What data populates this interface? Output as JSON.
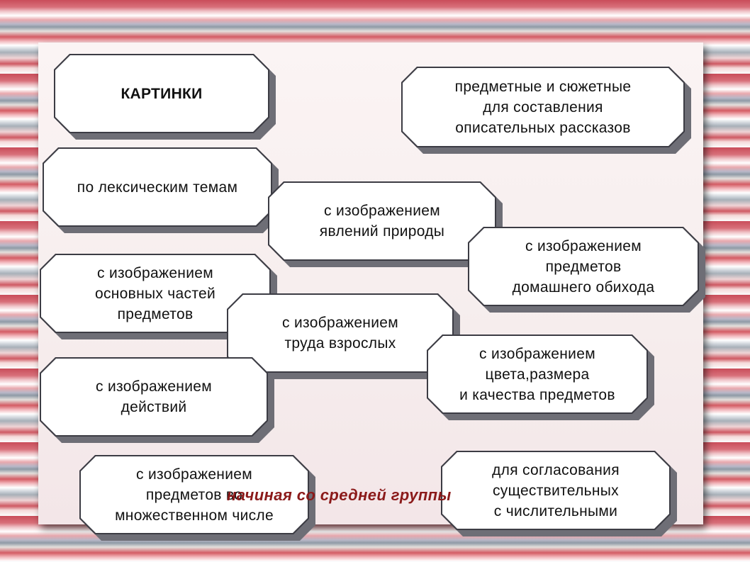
{
  "cards": {
    "title": "КАРТИНКИ",
    "subject_plot": "предметные и сюжетные\nдля составления\nописательных рассказов",
    "lexical": "по лексическим темам",
    "nature": "с изображением\nявлений природы",
    "household": "с изображением\nпредметов\nдомашнего обихода",
    "parts": "с изображением\nосновных частей\nпредметов",
    "adult_work": "с изображением\nтруда взрослых",
    "color_size": "с изображением\nцвета,размера\nи качества предметов",
    "actions": "с изображением\nдействий",
    "plural": "с изображением\nпредметов во\nмножественном числе",
    "agreement": "для согласования\nсуществительных\nс числительными"
  },
  "note": "начиная со средней группы",
  "colors": {
    "note": "#8b1a1a",
    "card_fill": "#ffffff",
    "card_shadow": "#6e6e76"
  }
}
